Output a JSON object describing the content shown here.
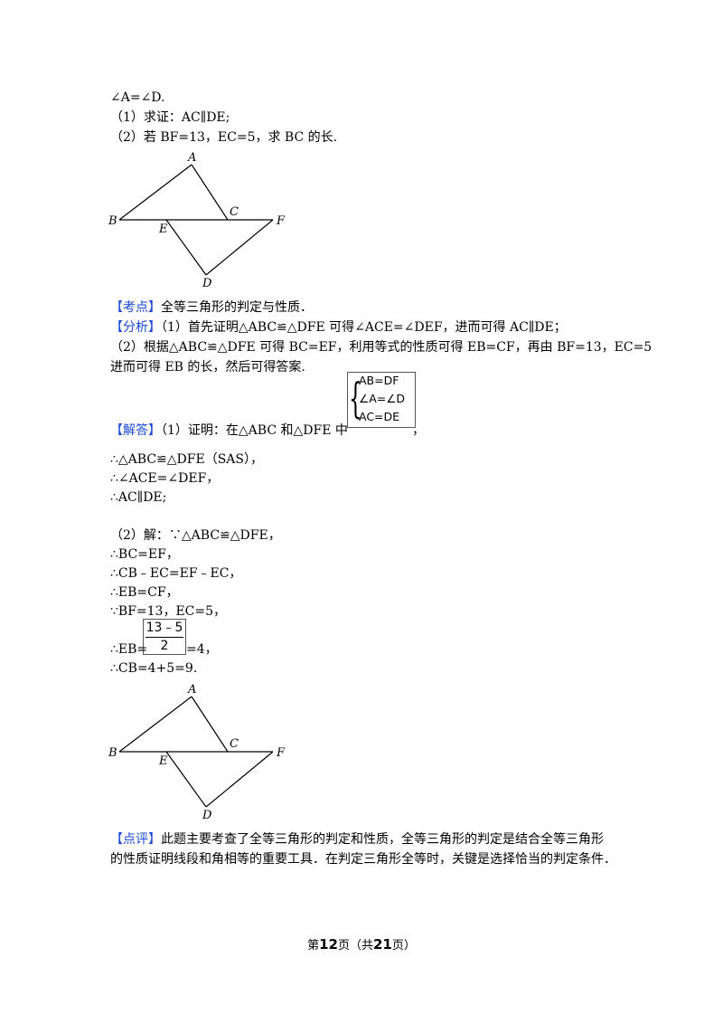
{
  "problem": {
    "line1": "∠A=∠D.",
    "line2": "（1）求证：AC∥DE;",
    "line3": "（2）若 BF=13，EC=5，求 BC 的长."
  },
  "figure": {
    "labels": {
      "A": "A",
      "B": "B",
      "C": "C",
      "D": "D",
      "E": "E",
      "F": "F"
    }
  },
  "kaodian": {
    "tag": "【考点】",
    "text": "全等三角形的判定与性质．"
  },
  "fenxi": {
    "tag": "【分析】",
    "line1": "（1）首先证明△ABC≌△DFE 可得∠ACE=∠DEF，进而可得 AC∥DE；",
    "line2": "（2）根据△ABC≌△DFE 可得 BC=EF，利用等式的性质可得 EB=CF，再由 BF=13，EC=5",
    "line3": "进而可得 EB 的长，然后可得答案."
  },
  "jieda": {
    "tag": "【解答】",
    "intro": "（1）证明：在△ABC 和△DFE 中",
    "intro_end": "，",
    "system": [
      "AB=DF",
      "∠A=∠D",
      "AC=DE"
    ],
    "p1": "∴△ABC≌△DFE（SAS），",
    "p2": "∴∠ACE=∠DEF，",
    "p3": "∴AC∥DE;",
    "q0": "（2）解：∵△ABC≌△DFE，",
    "q1": "∴BC=EF，",
    "q2": "∴CB﹣EC=EF﹣EC，",
    "q3": "∴EB=CF，",
    "q4": "∵BF=13，EC=5，",
    "q5_prefix": "∴EB=",
    "frac_num": "13﹣5",
    "frac_den": "2",
    "q5_suffix": "=4，",
    "q6": "∴CB=4+5=9."
  },
  "dianping": {
    "tag": "【点评】",
    "line1": "此题主要考查了全等三角形的判定和性质，全等三角形的判定是结合全等三角形",
    "line2": "的性质证明线段和角相等的重要工具．在判定三角形全等时，关键是选择恰当的判定条件．"
  },
  "footer": {
    "pre": "第",
    "page": "12",
    "mid": "页（共",
    "total": "21",
    "post": "页）"
  }
}
